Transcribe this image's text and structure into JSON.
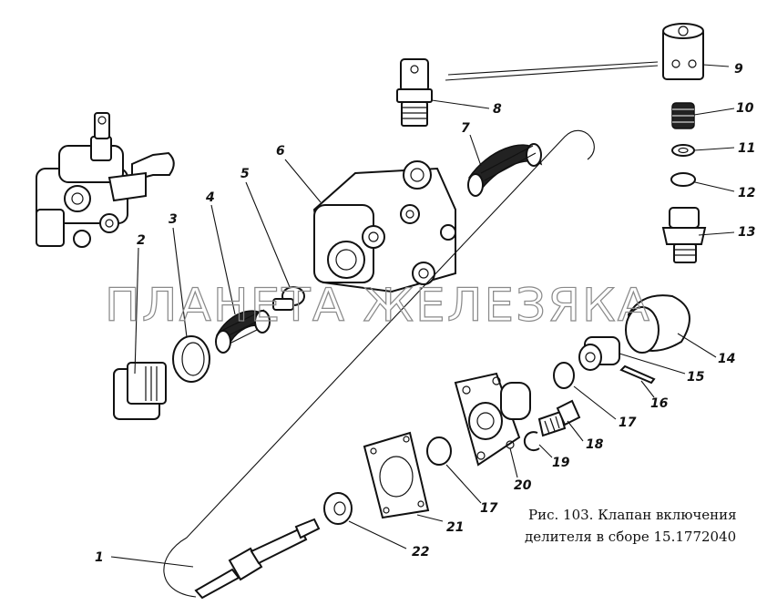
{
  "watermark": "ПЛАНЕТА ЖЕЛЕЗЯКА",
  "caption": {
    "line1": "Рис. 103. Клапан включения",
    "line2": "делителя в сборе 15.1772040"
  },
  "callouts": [
    "1",
    "2",
    "3",
    "4",
    "5",
    "6",
    "7",
    "8",
    "9",
    "10",
    "11",
    "12",
    "13",
    "14",
    "15",
    "16",
    "17",
    "17",
    "18",
    "19",
    "20",
    "21",
    "22"
  ],
  "icons": {
    "valve-assembly": "assembled divider valve",
    "plug": "threaded plug",
    "spring": "coil spring"
  }
}
